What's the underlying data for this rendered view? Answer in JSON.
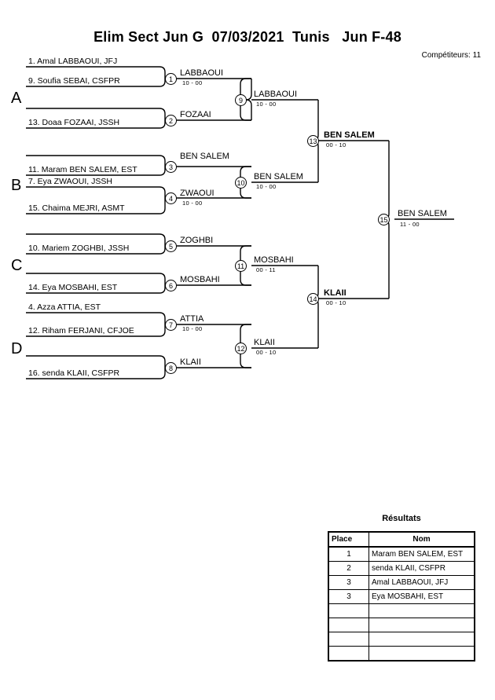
{
  "header": {
    "title": "Elim Sect Jun G  07/03/2021  Tunis   Jun F-48",
    "competitors_label": "Compétiteurs: 11"
  },
  "groups": [
    {
      "letter": "A"
    },
    {
      "letter": "B"
    },
    {
      "letter": "C"
    },
    {
      "letter": "D"
    }
  ],
  "entrants": [
    {
      "label": "1. Amal LABBAOUI, JFJ"
    },
    {
      "label": "9. Soufia SEBAI, CSFPR"
    },
    {
      "label": "13. Doaa FOZAAI, JSSH"
    },
    {
      "label": "11. Maram BEN SALEM, EST"
    },
    {
      "label": "7. Eya ZWAOUI, JSSH"
    },
    {
      "label": "15. Chaima MEJRI, ASMT"
    },
    {
      "label": "10. Mariem ZOGHBI, JSSH"
    },
    {
      "label": "14. Eya MOSBAHI, EST"
    },
    {
      "label": "4. Azza ATTIA, EST"
    },
    {
      "label": "12. Riham FERJANI, CFJOE"
    },
    {
      "label": "16. senda KLAII, CSFPR"
    }
  ],
  "bouts": [
    {
      "num": "1",
      "winner": "LABBAOUI",
      "score": "10 - 00",
      "bold": false
    },
    {
      "num": "2",
      "winner": "FOZAAI",
      "score": "",
      "bold": false
    },
    {
      "num": "3",
      "winner": "BEN SALEM",
      "score": "",
      "bold": false
    },
    {
      "num": "4",
      "winner": "ZWAOUI",
      "score": "10 - 00",
      "bold": false
    },
    {
      "num": "5",
      "winner": "ZOGHBI",
      "score": "",
      "bold": false
    },
    {
      "num": "6",
      "winner": "MOSBAHI",
      "score": "",
      "bold": false
    },
    {
      "num": "7",
      "winner": "ATTIA",
      "score": "10 - 00",
      "bold": false
    },
    {
      "num": "8",
      "winner": "KLAII",
      "score": "",
      "bold": false
    },
    {
      "num": "9",
      "winner": "LABBAOUI",
      "score": "10 - 00",
      "bold": false
    },
    {
      "num": "10",
      "winner": "BEN SALEM",
      "score": "10 - 00",
      "bold": false
    },
    {
      "num": "11",
      "winner": "MOSBAHI",
      "score": "00 - 11",
      "bold": false
    },
    {
      "num": "12",
      "winner": "KLAII",
      "score": "00 - 10",
      "bold": false
    },
    {
      "num": "13",
      "winner": "BEN SALEM",
      "score": "00 - 10",
      "bold": true
    },
    {
      "num": "14",
      "winner": "KLAII",
      "score": "00 - 10",
      "bold": true
    },
    {
      "num": "15",
      "winner": "BEN SALEM",
      "score": "11 - 00",
      "bold": false
    }
  ],
  "results": {
    "title": "Résultats",
    "columns": [
      "Place",
      "Nom"
    ],
    "rows": [
      {
        "place": "1",
        "nom": "Maram BEN SALEM, EST"
      },
      {
        "place": "2",
        "nom": "senda KLAII, CSFPR"
      },
      {
        "place": "3",
        "nom": "Amal LABBAOUI, JFJ"
      },
      {
        "place": "3",
        "nom": "Eya MOSBAHI, EST"
      },
      {
        "place": "",
        "nom": ""
      },
      {
        "place": "",
        "nom": ""
      },
      {
        "place": "",
        "nom": ""
      },
      {
        "place": "",
        "nom": ""
      }
    ]
  }
}
